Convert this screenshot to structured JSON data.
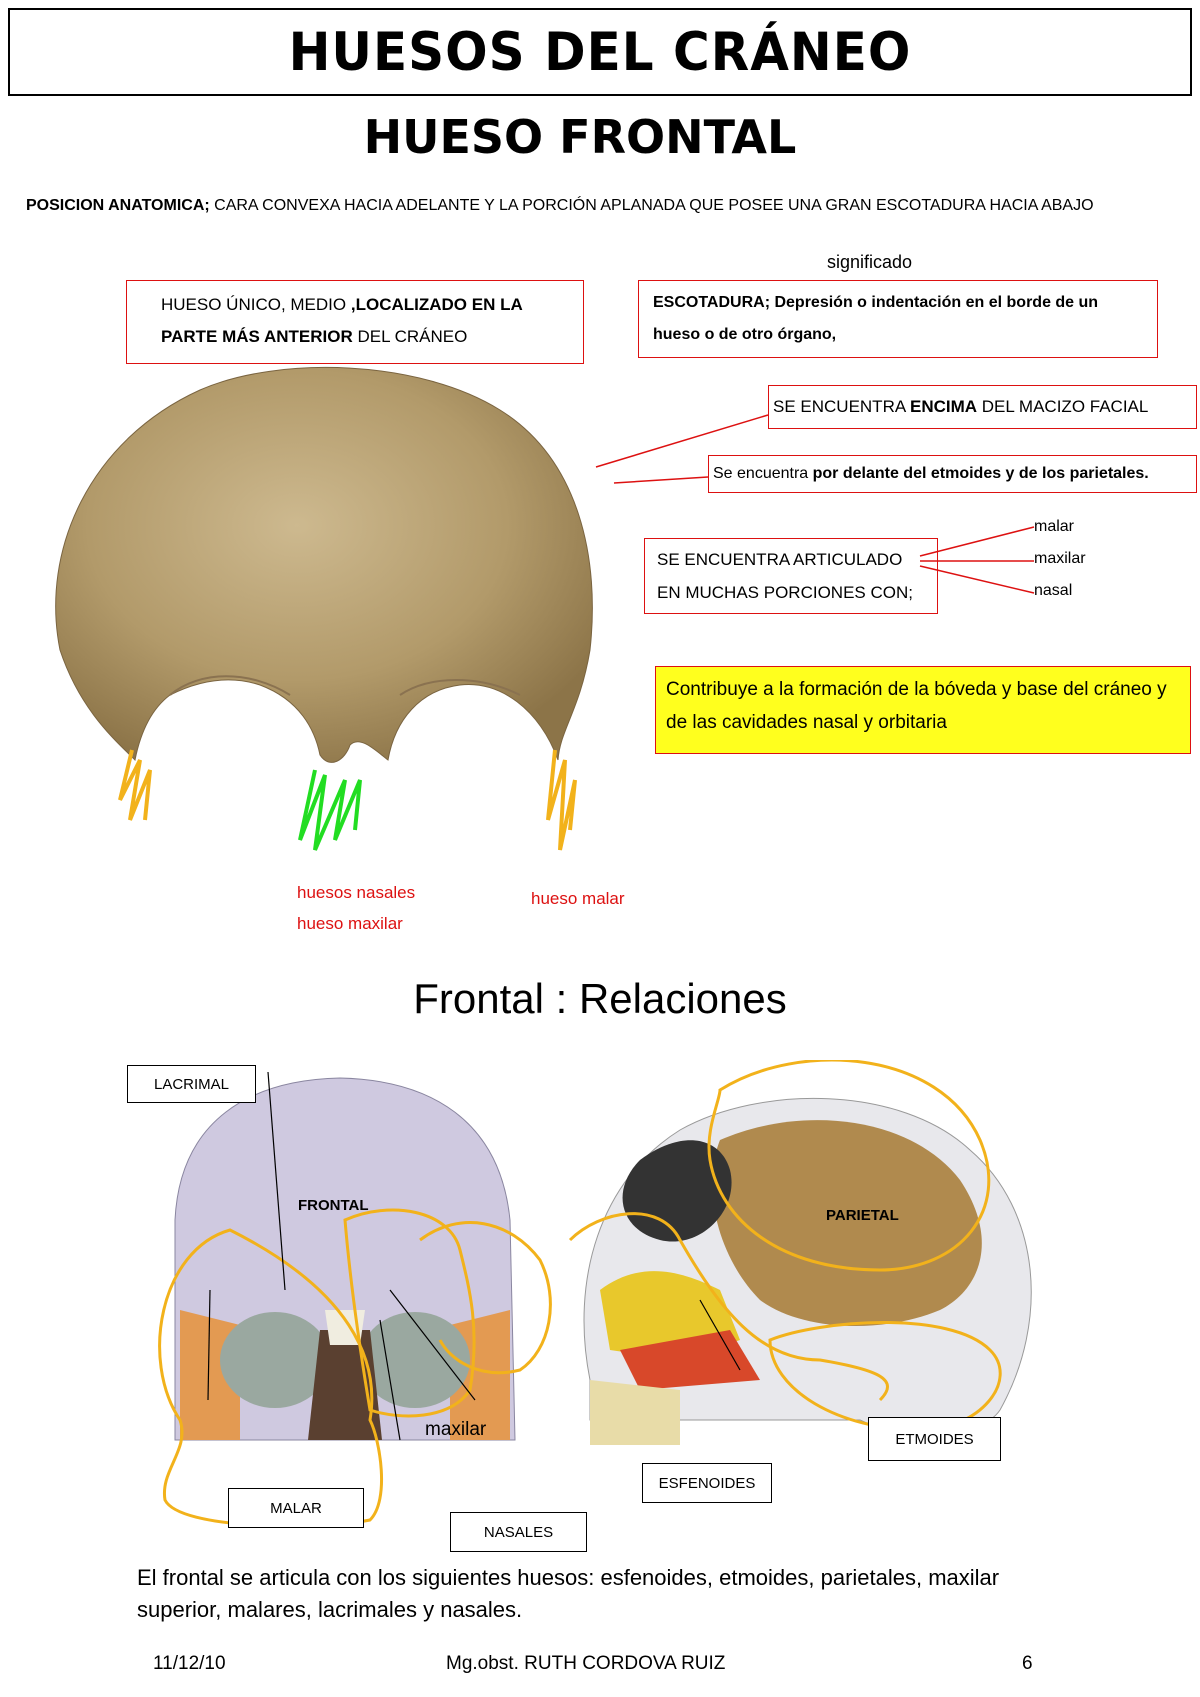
{
  "header": {
    "title": "HUESOS DEL CRÁNEO",
    "subtitle": "HUESO FRONTAL"
  },
  "position": {
    "label": "POSICION ANATOMICA;",
    "text": " CARA CONVEXA HACIA ADELANTE Y LA PORCIÓN APLANADA QUE POSEE UNA GRAN ESCOTADURA HACIA ABAJO"
  },
  "notes": {
    "unico_a": "HUESO ÚNICO, MEDIO ",
    "unico_b": ",LOCALIZADO EN LA PARTE MÁS ANTERIOR",
    "unico_c": " DEL CRÁNEO",
    "significado": "significado",
    "escotadura": "ESCOTADURA; Depresión o indentación en el borde de un hueso o de otro órgano,",
    "encima_a": "SE ENCUENTRA ",
    "encima_b": "ENCIMA",
    "encima_c": " DEL MACIZO FACIAL",
    "delante_a": "Se encuentra ",
    "delante_b": "por delante del etmoides y de los parietales.",
    "articulado": "SE ENCUENTRA ARTICULADO EN MUCHAS PORCIONES CON;",
    "branch_malar": "malar",
    "branch_maxilar": "maxilar",
    "branch_nasal": "nasal",
    "contribuye": "Contribuye a la formación de la bóveda y base del cráneo y de las cavidades nasal y orbitaria"
  },
  "image_labels": {
    "nasales": "huesos nasales",
    "maxilar": "hueso maxilar",
    "malar": "hueso malar"
  },
  "relaciones": {
    "title": "Frontal : Relaciones",
    "lacrimal": "LACRIMAL",
    "frontal": "FRONTAL",
    "parietal": "PARIETAL",
    "maxilar": "maxilar",
    "malar": "MALAR",
    "nasales": "NASALES",
    "esfenoides": "ESFENOIDES",
    "etmoides": "ETMOIDES"
  },
  "paragraph": "El frontal se articula con los siguientes huesos: esfenoides, etmoides, parietales, maxilar superior, malares, lacrimales y nasales.",
  "footer": {
    "date": "11/12/10",
    "author": "Mg.obst. RUTH CORDOVA RUIZ",
    "page": "6"
  },
  "colors": {
    "bone": "#b49a6c",
    "red": "#dd1111",
    "highlight_yellow": "#ffff1e",
    "scribble_orange": "#f2b21b",
    "scribble_green": "#22dd22"
  }
}
